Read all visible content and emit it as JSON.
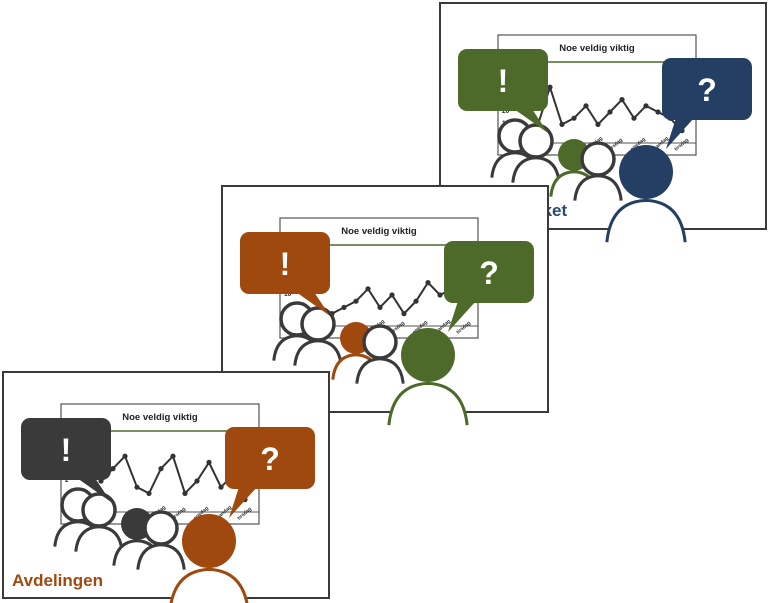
{
  "panels": [
    {
      "id": "helseforetaket",
      "label": "Helseforetaket",
      "label_color": "#2a4a6e",
      "exclaim_color": "#4e6a2a",
      "question_color": "#243f63",
      "person_color": "#243f63",
      "mid_color": "#4e6a2a",
      "chart": {
        "title": "Noe veldig viktig",
        "target_label": "MÅL",
        "y_ticks": [
          "20",
          "10"
        ],
        "x_labels": [
          "mandag",
          "tirsdag",
          "onsdag",
          "mandag",
          "tirsdag"
        ],
        "values": [
          3,
          9,
          3,
          4,
          6,
          3,
          5,
          7,
          4,
          6,
          5,
          4,
          2
        ]
      },
      "exclaim_text": "!",
      "question_text": "?"
    },
    {
      "id": "klinikken",
      "label": "Klinikken",
      "label_color": "#4e6a2a",
      "exclaim_color": "#a0490f",
      "question_color": "#4e6a2a",
      "person_color": "#4e6a2a",
      "mid_color": "#a0490f",
      "chart": {
        "title": "Noe veldig viktig",
        "target_label": "MÅL",
        "y_ticks": [
          "10"
        ],
        "x_labels": [
          "mandag",
          "tirsdag",
          "onsdag",
          "mandag",
          "tirsdag"
        ],
        "values": [
          3,
          2,
          3,
          4,
          6,
          3,
          5,
          2,
          4,
          7,
          5,
          6,
          3
        ]
      },
      "exclaim_text": "!",
      "question_text": "?"
    },
    {
      "id": "avdelingen",
      "label": "Avdelingen",
      "label_color": "#a0490f",
      "exclaim_color": "#3a3a3a",
      "question_color": "#a0490f",
      "person_color": "#a0490f",
      "mid_color": "#3a3a3a",
      "chart": {
        "title": "Noe veldig viktig",
        "target_label": "MÅL",
        "y_ticks": [
          "2"
        ],
        "x_labels": [
          "mandag",
          "tirsdag",
          "onsdag",
          "mandag",
          "tirsdag"
        ],
        "values": [
          5,
          7,
          9,
          4,
          3,
          7,
          9,
          3,
          5,
          8,
          4,
          6,
          2
        ]
      },
      "exclaim_text": "!",
      "question_text": "?"
    }
  ]
}
